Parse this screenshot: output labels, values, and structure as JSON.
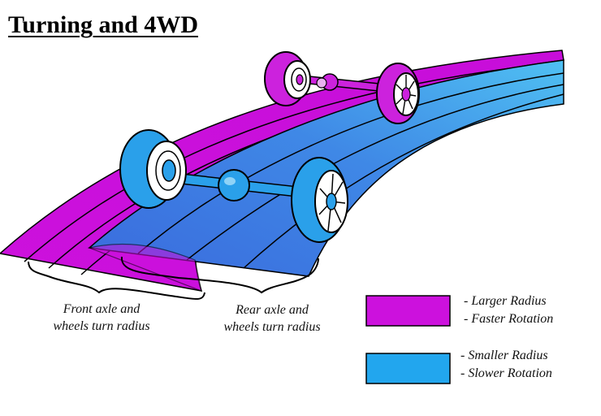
{
  "title": "Turning and 4WD",
  "captions": {
    "front_line1": "Front axle and",
    "front_line2": "wheels turn radius",
    "rear_line1": "Rear axle and",
    "rear_line2": "wheels turn radius"
  },
  "legend": [
    {
      "color": "#cc11dd",
      "line1": "- Larger Radius",
      "line2": "- Faster Rotation"
    },
    {
      "color": "#22a6ee",
      "line1": "- Smaller Radius",
      "line2": "- Slower Rotation"
    }
  ],
  "colors": {
    "front_track": "#cc11dd",
    "rear_track_dark": "#3a62dd",
    "rear_track_light": "#49b2ee",
    "front_tire": "#cc22dd",
    "rear_tire": "#2aa0ea"
  }
}
